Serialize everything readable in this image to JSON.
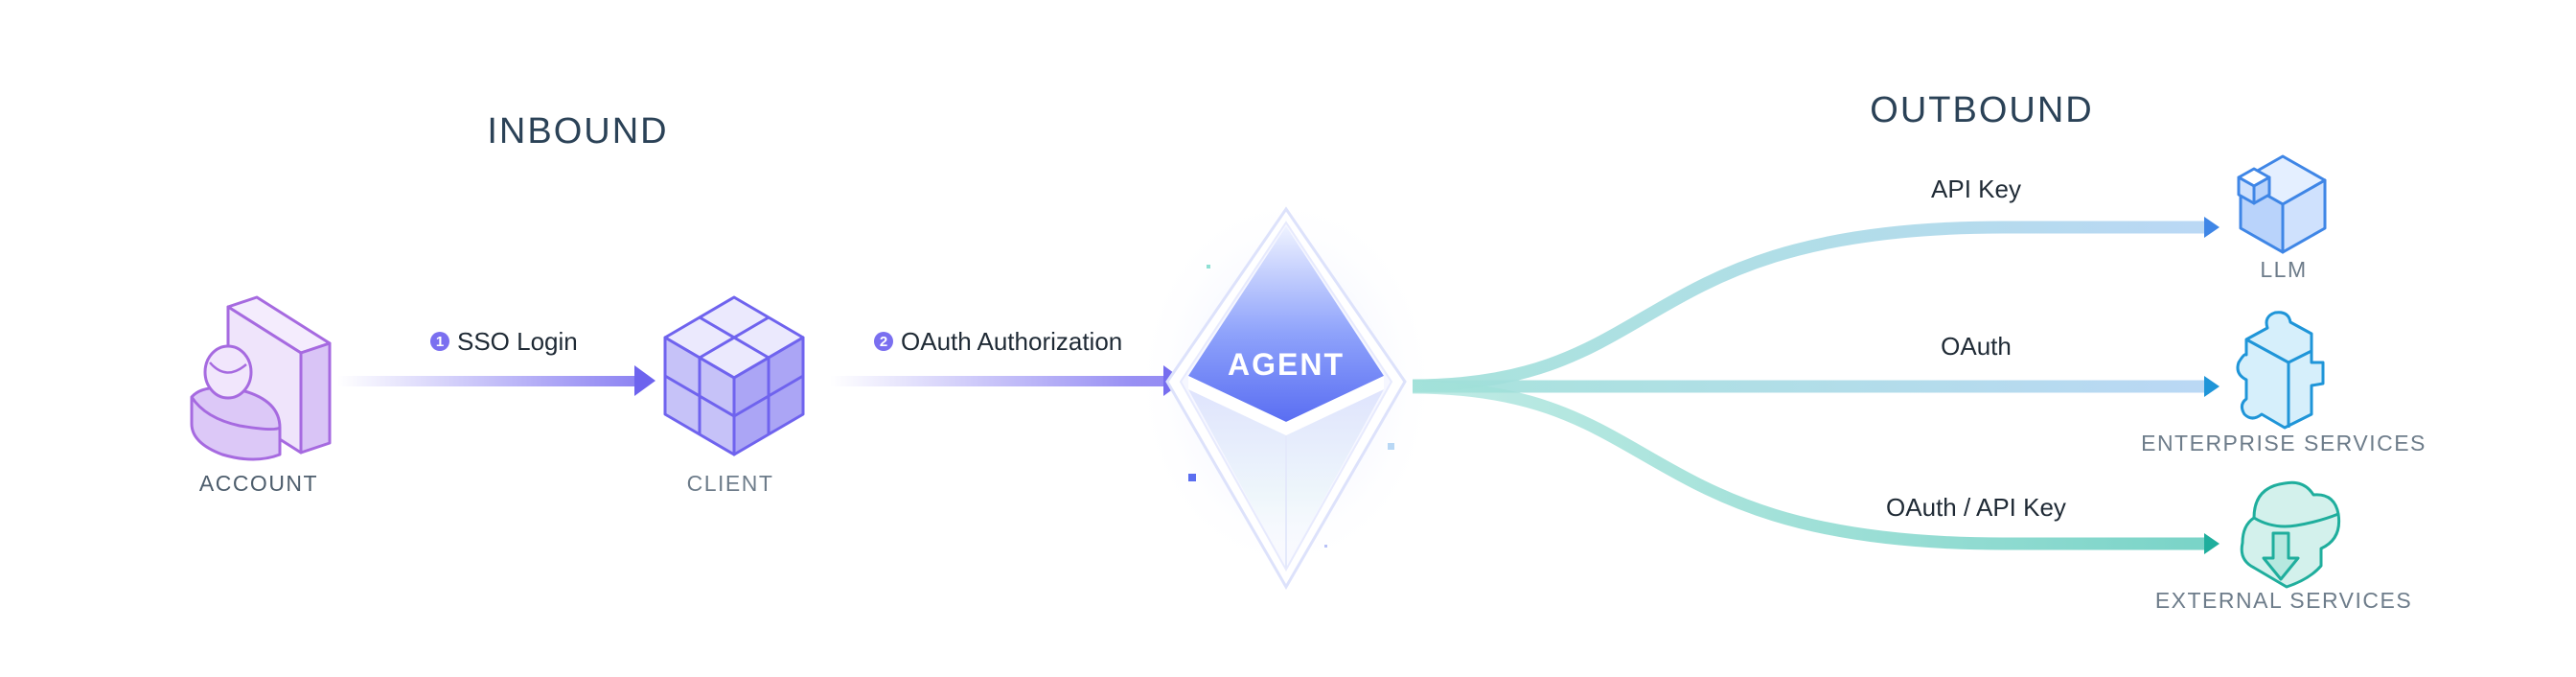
{
  "titles": {
    "inbound": "INBOUND",
    "outbound": "OUTBOUND"
  },
  "nodes": {
    "account": {
      "label": "ACCOUNT",
      "icon": "user-icon"
    },
    "client": {
      "label": "CLIENT",
      "icon": "cube-icon"
    },
    "agent": {
      "label": "AGENT",
      "icon": "diamond-crystal-icon"
    },
    "llm": {
      "label": "LLM",
      "icon": "isometric-cube-icon"
    },
    "enterprise": {
      "label": "ENTERPRISE SERVICES",
      "icon": "puzzle-icon"
    },
    "external": {
      "label": "EXTERNAL SERVICES",
      "icon": "cloud-icon"
    }
  },
  "inbound_steps": [
    {
      "number": "1",
      "label": "SSO Login"
    },
    {
      "number": "2",
      "label": "OAuth Authorization"
    }
  ],
  "outbound_edges": [
    {
      "label": "API Key",
      "target": "llm"
    },
    {
      "label": "OAuth",
      "target": "enterprise"
    },
    {
      "label": "OAuth / API Key",
      "target": "external"
    }
  ],
  "colors": {
    "title": "#2b4257",
    "inbound_purple": "#7a6ff0",
    "account_violet": "#a66ae0",
    "outbound_blue": "#bcd8f6",
    "outbound_teal": "#88d8cf",
    "llm_blue": "#3f86e6",
    "enterprise_blue": "#1f95d8",
    "external_teal": "#1fae9d"
  }
}
